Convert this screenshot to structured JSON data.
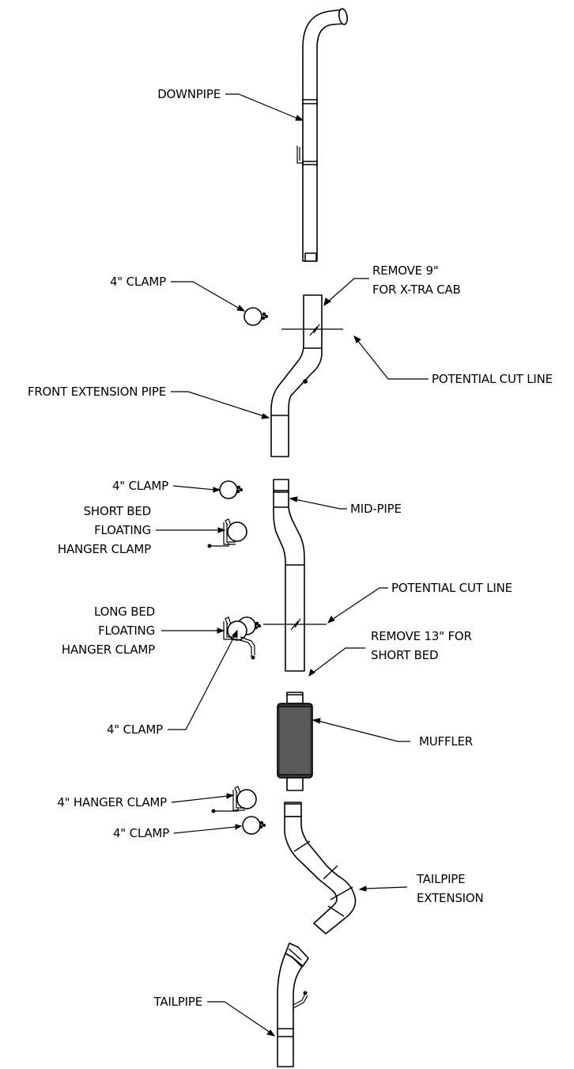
{
  "labels": {
    "downpipe": "DOWNPIPE",
    "clamp_1": "4\" CLAMP",
    "remove_9_line1": "REMOVE 9\"",
    "remove_9_line2": "FOR X-TRA CAB",
    "potential_cut_1": "POTENTIAL CUT LINE",
    "front_extension": "FRONT EXTENSION PIPE",
    "clamp_2": "4\" CLAMP",
    "mid_pipe": "MID-PIPE",
    "short_bed_line1": "SHORT BED",
    "short_bed_line2": "FLOATING",
    "short_bed_line3": "HANGER CLAMP",
    "potential_cut_2": "POTENTIAL CUT LINE",
    "long_bed_line1": "LONG BED",
    "long_bed_line2": "FLOATING",
    "long_bed_line3": "HANGER CLAMP",
    "remove_13_line1": "REMOVE 13\" FOR",
    "remove_13_line2": "SHORT BED",
    "clamp_3": "4\" CLAMP",
    "muffler": "MUFFLER",
    "hanger_clamp": "4\" HANGER CLAMP",
    "tailpipe_ext_line1": "TAILPIPE",
    "tailpipe_ext_line2": "EXTENSION",
    "clamp_4": "4\" CLAMP",
    "tailpipe": "TAILPIPE"
  },
  "colors": {
    "line": "#000000",
    "background": "#ffffff",
    "muffler_fill": "#3a3a3a"
  }
}
